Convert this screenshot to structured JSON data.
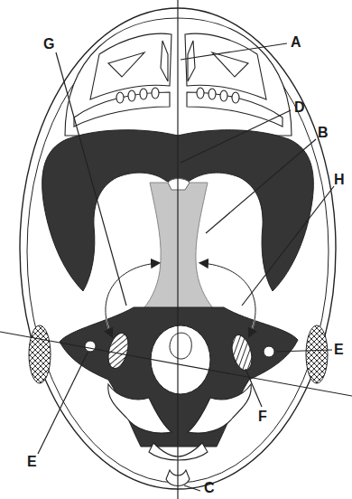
{
  "diagram": {
    "labels": [
      "A",
      "G",
      "D",
      "B",
      "H",
      "E",
      "E",
      "F",
      "C"
    ]
  }
}
